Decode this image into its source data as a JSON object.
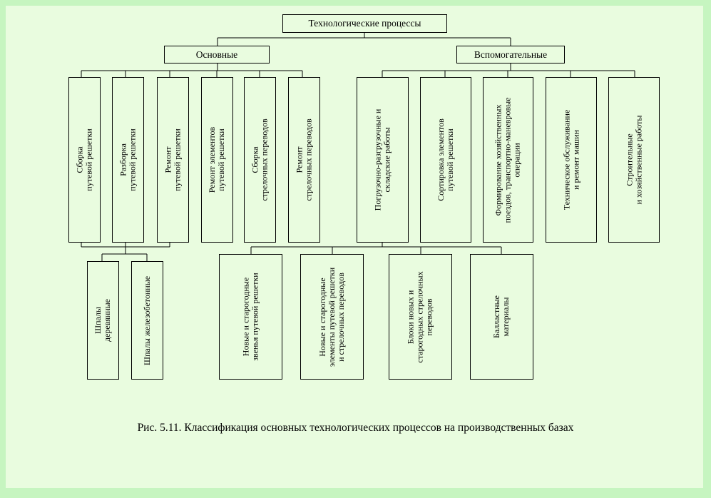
{
  "root": "Технологические процессы",
  "main_group": {
    "label": "Основные",
    "items": [
      [
        "Сборка",
        "путевой решетки"
      ],
      [
        "Разборка",
        "путевой решетки"
      ],
      [
        "Ремонт",
        "путевой решетки"
      ],
      [
        "Ремонт элементов",
        "путевой решетки"
      ],
      [
        "Сборка",
        "стрелочных переводов"
      ],
      [
        "Ремонт",
        "стрелочных переводов"
      ]
    ],
    "sub_items": [
      [
        "Шпалы",
        "деревянные"
      ],
      [
        "Шпалы железобетонные"
      ]
    ]
  },
  "aux_group": {
    "label": "Вспомогательные",
    "items": [
      [
        "Погрузочно-разгрузочные и",
        "складские работы"
      ],
      [
        "Сортировка элементов",
        "путевой решетки"
      ],
      [
        "Формирование хозяйственных",
        "поездов, транспортно-маневровые",
        "операции"
      ],
      [
        "Техническое обслуживание",
        "и ремонт машин"
      ],
      [
        "Строительные",
        "и хозяйственные работы"
      ]
    ],
    "sub_items": [
      [
        "Новые и старогодные",
        "звенья путевой решетки"
      ],
      [
        "Новые и старогодные",
        "элементы путевой решетки",
        "и стрелочных переводов"
      ],
      [
        "Блоки новых и",
        "старогодных стрелочных",
        "переводов"
      ],
      [
        "Балластные",
        "материалы"
      ]
    ]
  },
  "caption": "Рис. 5.11. Классификация основных технологических процессов на производственных базах"
}
